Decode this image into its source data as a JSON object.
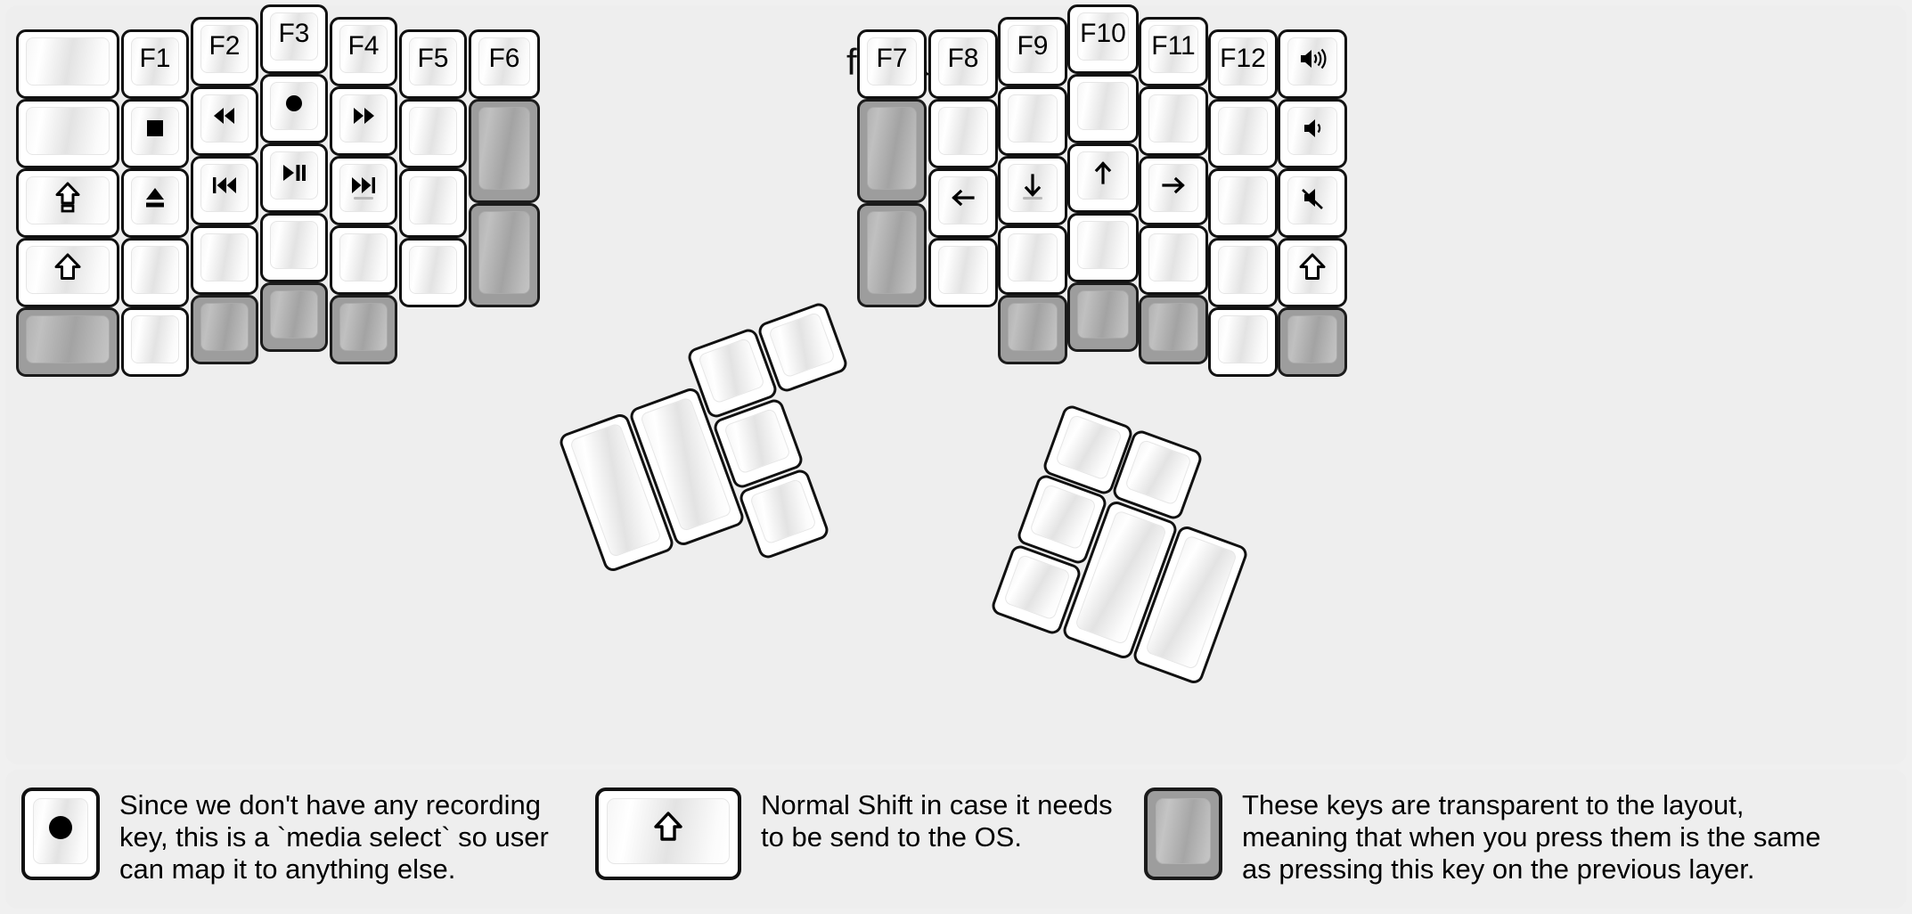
{
  "title": "fn Layer",
  "colors": {
    "background": "#f0f0f0",
    "panel": "#eeeeee",
    "keycap": "#ffffff",
    "transparent_key": "#9d9d9d",
    "outline": "#111111",
    "text": "#000000"
  },
  "left_half": {
    "name": "left-key-cluster",
    "columns": [
      {
        "name": "col-pinky-outer",
        "keys": [
          {
            "label": "",
            "icon": "",
            "type": "normal"
          },
          {
            "label": "",
            "icon": "",
            "type": "normal"
          },
          {
            "label": "",
            "icon": "caps-lock-icon",
            "type": "normal"
          },
          {
            "label": "",
            "icon": "shift-icon",
            "type": "normal"
          },
          {
            "label": "",
            "icon": "",
            "type": "transparent"
          }
        ]
      },
      {
        "name": "col-pinky",
        "keys": [
          {
            "label": "F1",
            "icon": "",
            "type": "normal"
          },
          {
            "label": "",
            "icon": "media-stop-icon",
            "type": "normal"
          },
          {
            "label": "",
            "icon": "media-eject-icon",
            "type": "normal"
          },
          {
            "label": "",
            "icon": "",
            "type": "normal"
          },
          {
            "label": "",
            "icon": "",
            "type": "normal"
          }
        ]
      },
      {
        "name": "col-ring",
        "keys": [
          {
            "label": "F2",
            "icon": "",
            "type": "normal"
          },
          {
            "label": "",
            "icon": "media-rewind-icon",
            "type": "normal"
          },
          {
            "label": "",
            "icon": "media-prev-track-icon",
            "type": "normal"
          },
          {
            "label": "",
            "icon": "",
            "type": "normal"
          },
          {
            "label": "",
            "icon": "",
            "type": "transparent"
          }
        ]
      },
      {
        "name": "col-middle",
        "keys": [
          {
            "label": "F3",
            "icon": "",
            "type": "normal"
          },
          {
            "label": "",
            "icon": "media-record-icon",
            "type": "normal"
          },
          {
            "label": "",
            "icon": "media-play-pause-icon",
            "type": "normal"
          },
          {
            "label": "",
            "icon": "",
            "type": "normal"
          },
          {
            "label": "",
            "icon": "",
            "type": "transparent"
          }
        ]
      },
      {
        "name": "col-index",
        "keys": [
          {
            "label": "F4",
            "icon": "",
            "type": "normal"
          },
          {
            "label": "",
            "icon": "media-fast-forward-icon",
            "type": "normal"
          },
          {
            "label": "",
            "icon": "media-next-track-icon",
            "type": "normal",
            "homing": true
          },
          {
            "label": "",
            "icon": "",
            "type": "normal"
          },
          {
            "label": "",
            "icon": "",
            "type": "transparent"
          }
        ]
      },
      {
        "name": "col-inner",
        "keys": [
          {
            "label": "F5",
            "icon": "",
            "type": "normal"
          },
          {
            "label": "",
            "icon": "",
            "type": "normal"
          },
          {
            "label": "",
            "icon": "",
            "type": "normal"
          },
          {
            "label": "",
            "icon": "",
            "type": "normal"
          }
        ]
      },
      {
        "name": "col-innermost",
        "keys": [
          {
            "label": "F6",
            "icon": "",
            "type": "normal"
          },
          {
            "label": "",
            "icon": "",
            "type": "transparent",
            "size": "tall"
          },
          {
            "label": "",
            "icon": "",
            "type": "transparent",
            "size": "tall"
          }
        ]
      }
    ]
  },
  "right_half": {
    "name": "right-key-cluster",
    "columns": [
      {
        "name": "col-innermost",
        "keys": [
          {
            "label": "F7",
            "icon": "",
            "type": "normal"
          },
          {
            "label": "",
            "icon": "",
            "type": "transparent",
            "size": "tall"
          },
          {
            "label": "",
            "icon": "",
            "type": "transparent",
            "size": "tall"
          }
        ]
      },
      {
        "name": "col-inner",
        "keys": [
          {
            "label": "F8",
            "icon": "",
            "type": "normal"
          },
          {
            "label": "",
            "icon": "",
            "type": "normal"
          },
          {
            "label": "",
            "icon": "arrow-left-icon",
            "type": "normal"
          },
          {
            "label": "",
            "icon": "",
            "type": "normal"
          }
        ]
      },
      {
        "name": "col-index",
        "keys": [
          {
            "label": "F9",
            "icon": "",
            "type": "normal"
          },
          {
            "label": "",
            "icon": "",
            "type": "normal"
          },
          {
            "label": "",
            "icon": "arrow-down-icon",
            "type": "normal",
            "homing": true
          },
          {
            "label": "",
            "icon": "",
            "type": "normal"
          },
          {
            "label": "",
            "icon": "",
            "type": "transparent"
          }
        ]
      },
      {
        "name": "col-middle",
        "keys": [
          {
            "label": "F10",
            "icon": "",
            "type": "normal"
          },
          {
            "label": "",
            "icon": "",
            "type": "normal"
          },
          {
            "label": "",
            "icon": "arrow-up-icon",
            "type": "normal"
          },
          {
            "label": "",
            "icon": "",
            "type": "normal"
          },
          {
            "label": "",
            "icon": "",
            "type": "transparent"
          }
        ]
      },
      {
        "name": "col-ring",
        "keys": [
          {
            "label": "F11",
            "icon": "",
            "type": "normal"
          },
          {
            "label": "",
            "icon": "",
            "type": "normal"
          },
          {
            "label": "",
            "icon": "arrow-right-icon",
            "type": "normal"
          },
          {
            "label": "",
            "icon": "",
            "type": "normal"
          },
          {
            "label": "",
            "icon": "",
            "type": "transparent"
          }
        ]
      },
      {
        "name": "col-pinky",
        "keys": [
          {
            "label": "F12",
            "icon": "",
            "type": "normal"
          },
          {
            "label": "",
            "icon": "",
            "type": "normal"
          },
          {
            "label": "",
            "icon": "",
            "type": "normal"
          },
          {
            "label": "",
            "icon": "",
            "type": "normal"
          },
          {
            "label": "",
            "icon": "",
            "type": "normal"
          }
        ]
      },
      {
        "name": "col-pinky-outer",
        "keys": [
          {
            "label": "",
            "icon": "volume-up-icon",
            "type": "normal"
          },
          {
            "label": "",
            "icon": "volume-down-icon",
            "type": "normal"
          },
          {
            "label": "",
            "icon": "volume-mute-icon",
            "type": "normal"
          },
          {
            "label": "",
            "icon": "shift-icon",
            "type": "normal"
          },
          {
            "label": "",
            "icon": "",
            "type": "transparent"
          }
        ]
      }
    ]
  },
  "left_thumb_cluster": {
    "name": "left-thumb-cluster",
    "keys": [
      {
        "name": "thumb-big-outer",
        "size": "2u",
        "type": "normal"
      },
      {
        "name": "thumb-big-inner",
        "size": "2u",
        "type": "normal"
      },
      {
        "name": "thumb-small-top",
        "size": "1u",
        "type": "normal"
      },
      {
        "name": "thumb-small-top-right",
        "size": "1u",
        "type": "normal"
      },
      {
        "name": "thumb-small-mid",
        "size": "1u",
        "type": "normal"
      },
      {
        "name": "thumb-small-bottom",
        "size": "1u",
        "type": "normal"
      }
    ]
  },
  "right_thumb_cluster": {
    "name": "right-thumb-cluster",
    "keys": [
      {
        "name": "thumb-small-top-left",
        "size": "1u",
        "type": "normal"
      },
      {
        "name": "thumb-small-top",
        "size": "1u",
        "type": "normal"
      },
      {
        "name": "thumb-small-mid",
        "size": "1u",
        "type": "normal"
      },
      {
        "name": "thumb-small-bottom",
        "size": "1u",
        "type": "normal"
      },
      {
        "name": "thumb-big-inner",
        "size": "2u",
        "type": "normal"
      },
      {
        "name": "thumb-big-outer",
        "size": "2u",
        "type": "normal"
      }
    ]
  },
  "legend": {
    "items": [
      {
        "icon": "media-record-icon",
        "key_type": "normal",
        "text": "Since we don't have any recording\nkey, this is a `media select` so user\ncan map it to anything else."
      },
      {
        "icon": "shift-icon",
        "key_type": "normal",
        "text": "Normal Shift in case it needs\nto be send to the OS."
      },
      {
        "icon": "",
        "key_type": "transparent",
        "text": "These keys are transparent to the layout,\nmeaning that when you press them is the same\nas pressing this key on the previous layer."
      }
    ]
  }
}
